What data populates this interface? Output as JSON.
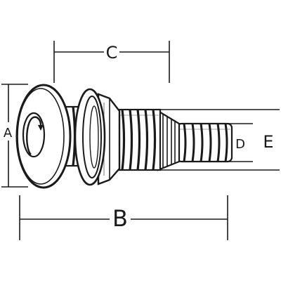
{
  "diagram": {
    "labels": {
      "a": "A",
      "b": "B",
      "c": "C",
      "d": "D",
      "e": "E"
    },
    "colors": {
      "ink": "#1a1a1a",
      "background": "#ffffff"
    }
  }
}
